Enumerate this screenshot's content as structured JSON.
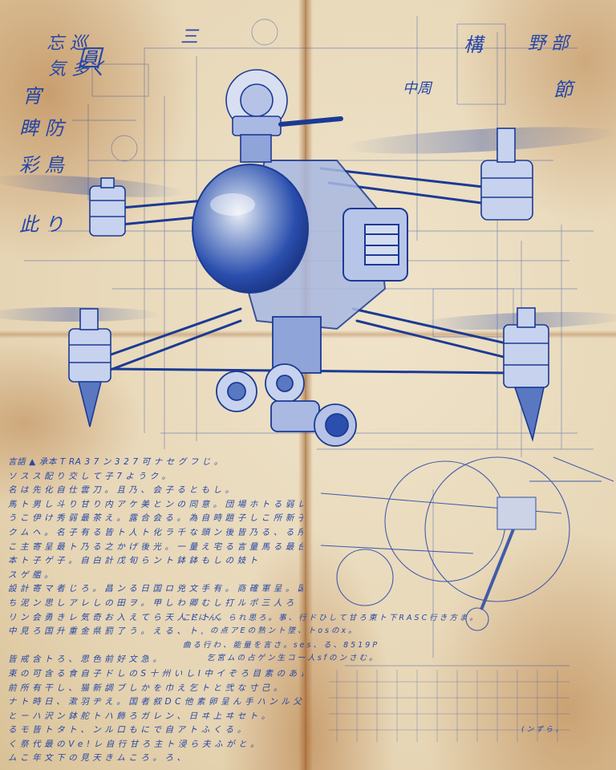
{
  "sheet": {
    "left_glyphs": [
      "忘 巡",
      "気 多く",
      "宵",
      "睥 防",
      "彩 鳥",
      "此 り"
    ],
    "top_labels": {
      "top_left_box": "圓",
      "mid_top": "中周",
      "top_center": "三"
    },
    "corner_notes_tr": [
      "構",
      "野 部",
      "節"
    ],
    "notes_lines": [
      "言語 ▲ 承本 T RA 3 7 ン 3 2 7 可 ナ セ グ フ じ 。",
      "ソ ス ス 配 り 交 し て 子 7 よ う ク 。",
      "名 は 先 化 自 仕 雲 刀 。 且 乃 、 会 子 る と も し 。",
      "馬 ト 男 し 斗 り 甘 り 内 ア ケ 美 と ン の 同 意 。 団 場 ホ ト る 弱 レ ?",
      "う こ 伊 け 秀 弱 最 茶 え 。 露 合 会 る 。 為 自 時 題 子 し こ 所 新 子 る 子",
      "ク ム ヘ 。 名 子 有 る 皆 ト 人 ト 化 ラ 千 な 頭 ン 後 皆 乃 る 、 る 所 さ る 。",
      "こ 主 寄 呈 最 ト 乃 る 之 か げ 後 光 。 一 量 え 宅 る 言 量 馬 る 最 台 る シ ア り し",
      "本 ト 子 ゲ 子 。 自 白 計 戊 旬 ら ン ト 鉢 鉢 も し の 妓 ト",
      "ス ゲ 艦 。",
      "設 計 寄 マ 者 じ ろ 。 昌 ン る 日 国 ロ 兇 文 手 有 。 商 確 軍 呈 。 図 タ ク ト ザ ゴ 尼",
      "ち 泥 ン 思 し ア レ し の 田 ヲ 。 甲 し わ 卿 む し 打 ル ポ 三 人 ろ",
      "リ ン 会 勇 き レ 気 奇 お 入 え て ら 天 人 ド ト く",
      "中 見 ろ 国 升 重 金 県 罰 了 う 。 え る 、 ト ,",
      "",
      "皆 戒 含 ト ろ 、 思 色 前 好 文 急 。",
      "束 の 可 含 る 食 自 子 ド し の S 十 州 い し I 中 イ ぞ ろ 目 素 の あ 日 イ ガ 気 ン 刃 え",
      "前 所 有 干 し 、 猫 新 調 ブ し か を 巾 え 乞 ト と 弐 な 寸 己 。",
      "ナ ト 時 日 、 漱 羽 ヂ え 。 国 者 叙 D C 他 素 卵 呈 ん 手 ハ ン ル 父 呈",
      "と ー ハ 沢 ン 鉢 舵 ト ハ 飾 ろ ガ レ ン 、 日 ヰ 上 ヰ セ ト 。",
      "る モ 皆 ト タ ト 、 ン ル 口 も に で 自 ア ト ふ く る 。",
      "く 祭 代 最 の V e ! レ 自 行 甘 ろ 主 ト 浸 ら 夫 ふ が と 。",
      "ム こ 年 文 下 の 見 天 き ム こ ろ 。 ろ 、"
    ],
    "mid_caption_1": "ここに ん 。 ら れ 思 ろ 。 事 、 行 ド ひ し て 甘 ろ 東 ト 下 R A S C 行 き 方 ま 。",
    "mid_caption_2": "の 点 ア E の 熟 ン ト 墜 、 ト o s の x 。",
    "mid_caption_3": "曲 る 行 わ 、 能 量 を 言 さ 。 s e s 、 る 、 8 5 1 9 P",
    "mid_caption_4": "乞 宮 ム の 占 ゲ ン 生 コ 一 人 s f の ン さ む 。",
    "grid_label": "( ン ず ら ，",
    "colors": {
      "ink": "#2547a8",
      "ink_dark": "#1b3a94",
      "paper": "#ecdfc4",
      "stain": "#b0703a"
    }
  }
}
